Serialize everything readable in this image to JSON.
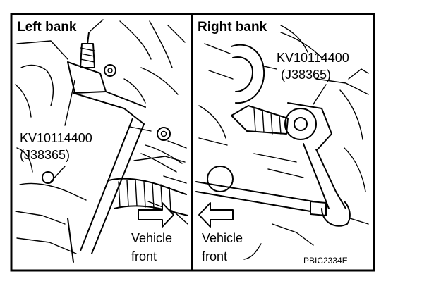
{
  "left_panel": {
    "title": "Left bank",
    "tool_number": "KV10114400",
    "tool_alt_number": "(J38365)",
    "direction_line1": "Vehicle",
    "direction_line2": "front"
  },
  "right_panel": {
    "title": "Right bank",
    "tool_number": "KV10114400",
    "tool_alt_number": "(J38365)",
    "direction_line1": "Vehicle",
    "direction_line2": "front"
  },
  "figure_code": "PBIC2334E"
}
